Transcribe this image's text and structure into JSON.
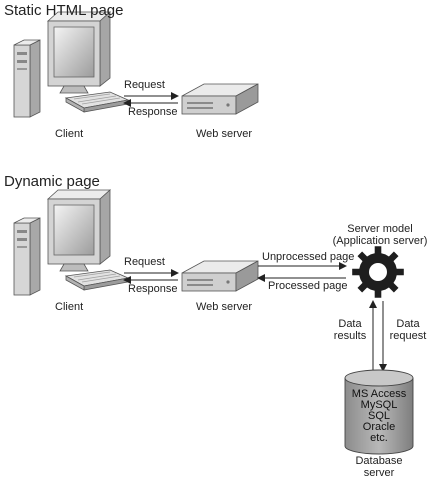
{
  "static_section": {
    "title": "Static HTML page",
    "client_label": "Client",
    "server_label": "Web server",
    "request_label": "Request",
    "response_label": "Response"
  },
  "dynamic_section": {
    "title": "Dynamic page",
    "client_label": "Client",
    "server_label": "Web server",
    "request_label": "Request",
    "response_label": "Response",
    "unprocessed_label": "Unprocessed page",
    "processed_label": "Processed page",
    "server_model_label_1": "Server model",
    "server_model_label_2": "(Application server)",
    "data_results_1": "Data",
    "data_results_2": "results",
    "data_request_1": "Data",
    "data_request_2": "request",
    "db_items": [
      "MS Access",
      "MySQL",
      "SQL",
      "Oracle",
      "etc."
    ],
    "db_label_1": "Database",
    "db_label_2": "server"
  },
  "colors": {
    "device_light": "#dcdcdc",
    "device_mid": "#b4b4b4",
    "device_dark": "#8a8a8a",
    "gear": "#1e1e1e",
    "db_fill": "#9a9a9a"
  }
}
